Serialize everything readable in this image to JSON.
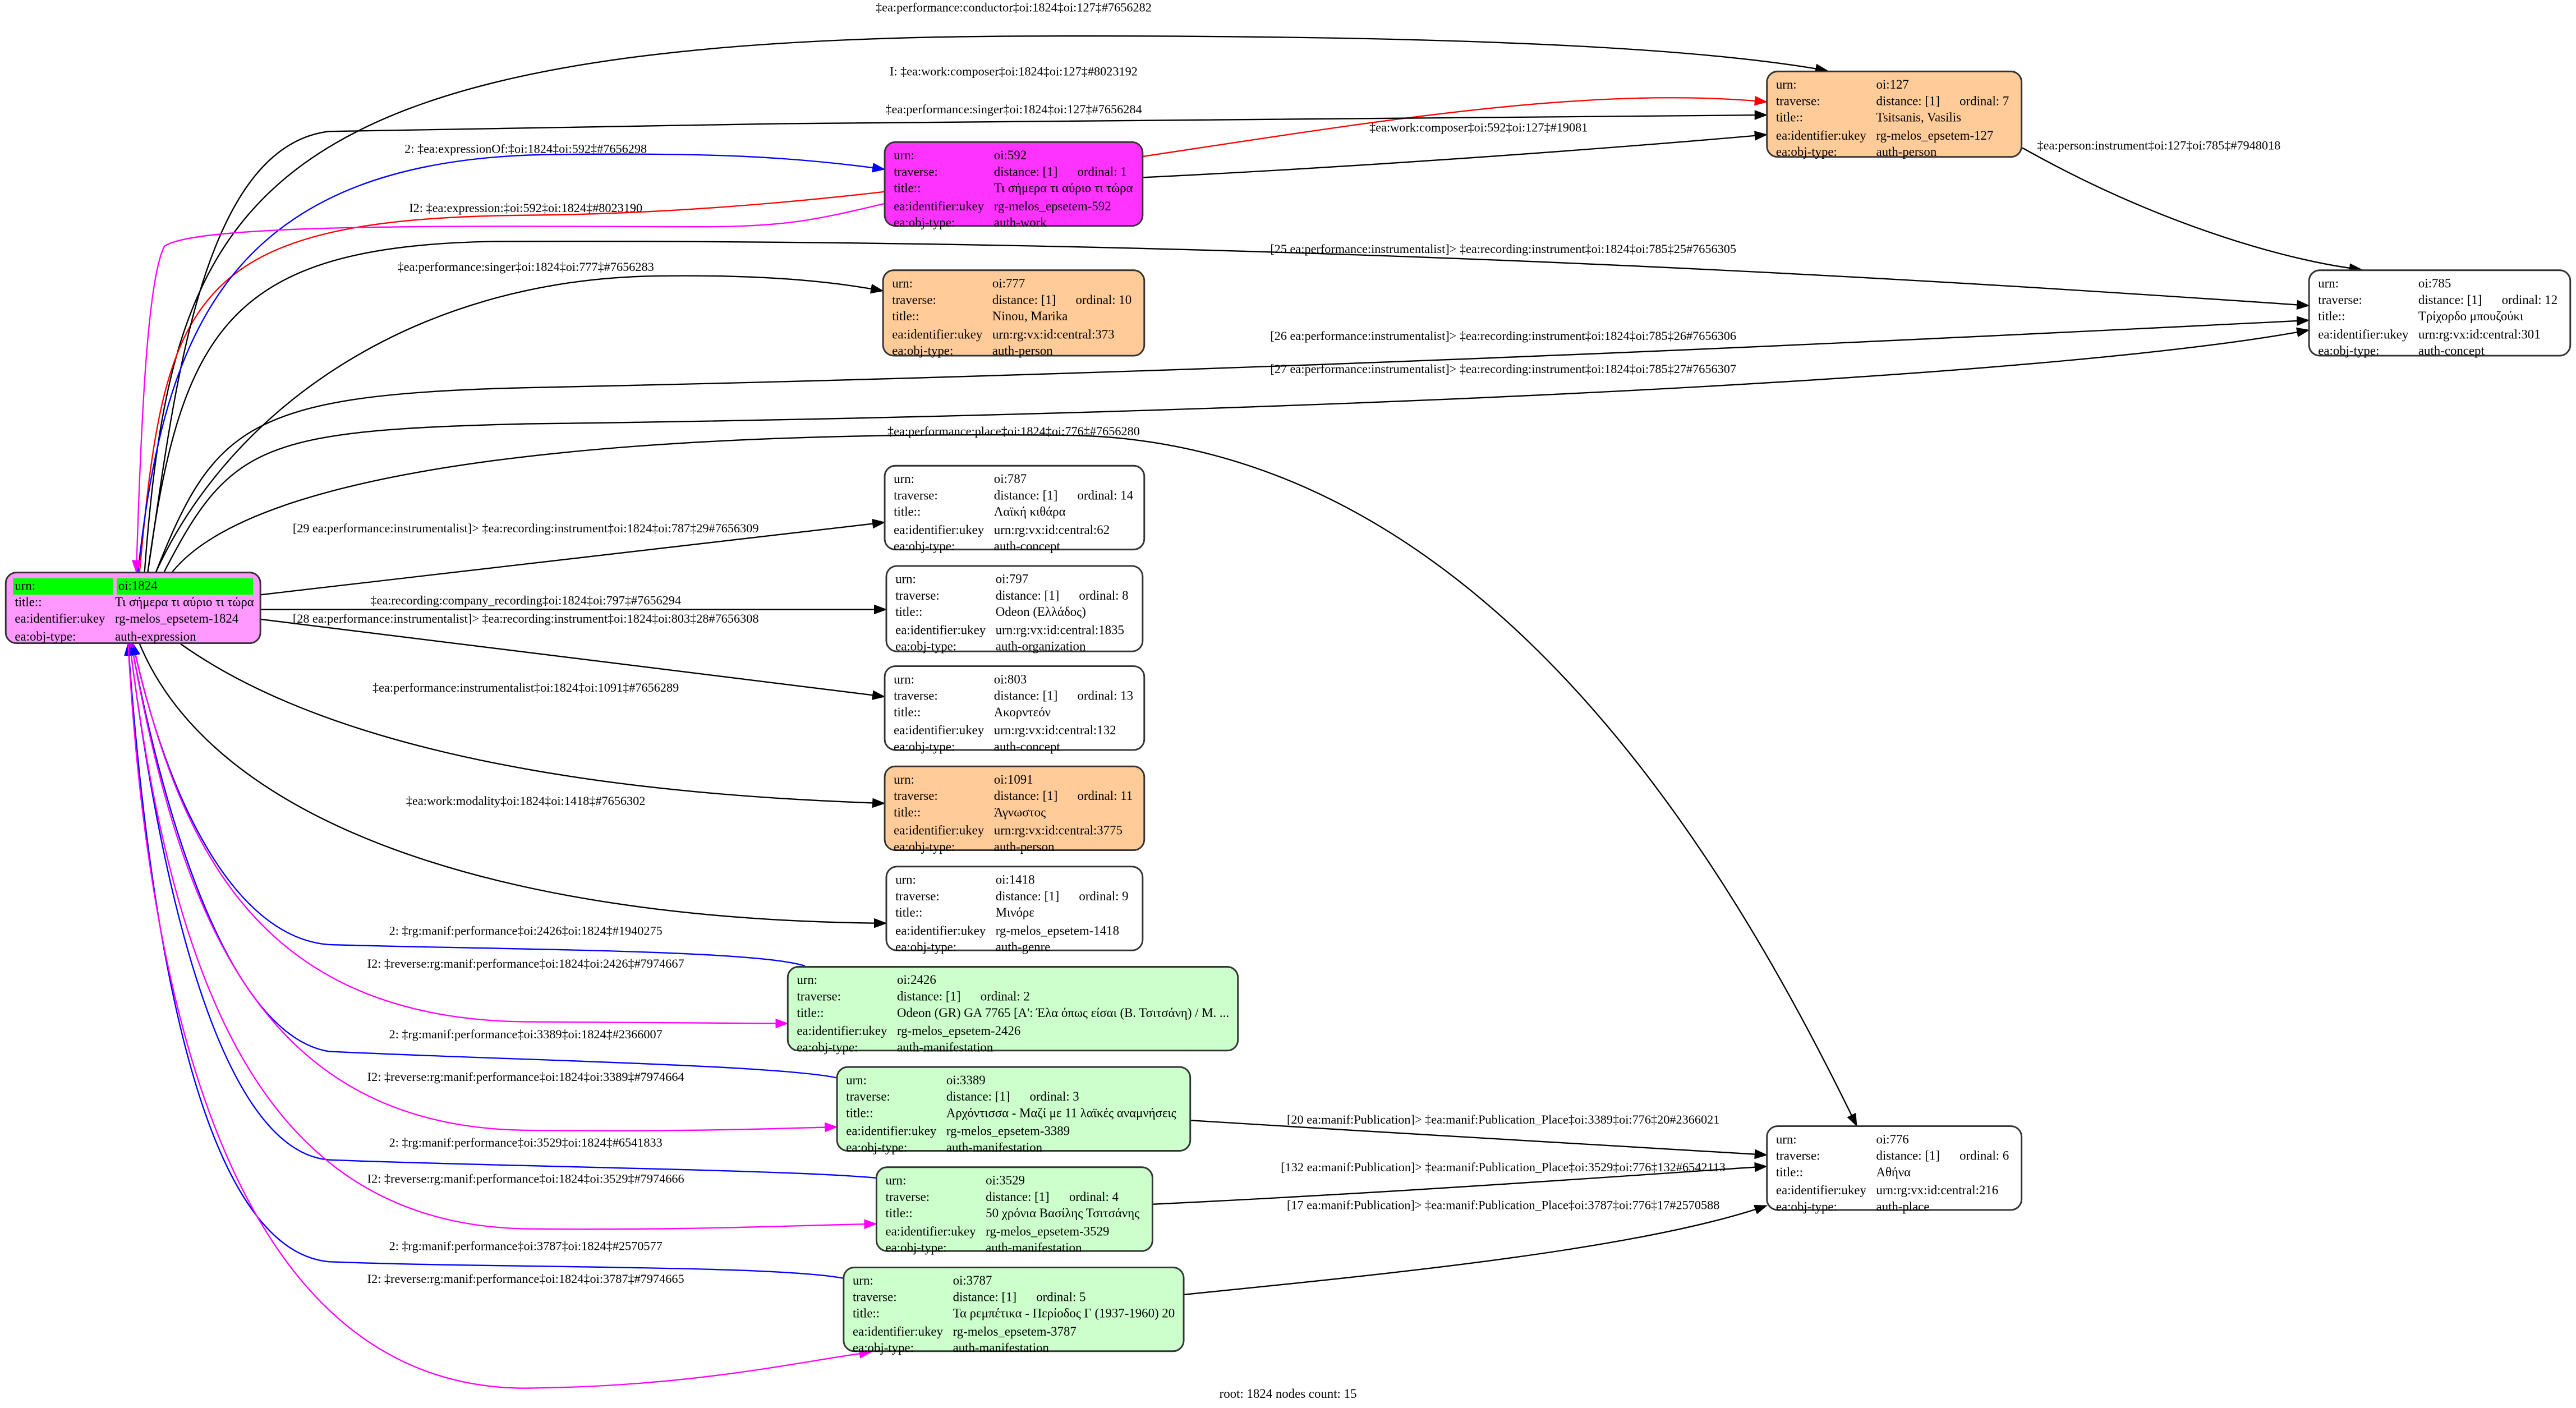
{
  "colors": {
    "root": "#ff99ff",
    "work": "#ff33ff",
    "person": "#ffcc99",
    "manifestation": "#ccffcc",
    "default": "#ffffff",
    "highlight": "#00ff00",
    "edge_default": "#000000",
    "edge_composer": "#ff0000",
    "edge_forward": "#0000ff",
    "edge_reverse": "#ff00ff"
  },
  "labels": {
    "urn": "urn:",
    "traverse": "traverse:",
    "title": "title::",
    "ukey": "ea:identifier:ukey",
    "objtype": "ea:obj-type:"
  },
  "nodes": [
    {
      "id": "n1824",
      "kind": "root",
      "urn": "oi:1824",
      "title": "Τι σήμερα τι αύριο τι τώρα",
      "ukey": "rg-melos_epsetem-1824",
      "objtype": "auth-expression"
    },
    {
      "id": "n592",
      "kind": "work",
      "urn": "oi:592",
      "distance": "distance: [1]",
      "ordinal": "ordinal: 1",
      "title": "Τι σήμερα τι αύριο τι τώρα",
      "ukey": "rg-melos_epsetem-592",
      "objtype": "auth-work"
    },
    {
      "id": "n777",
      "kind": "person",
      "urn": "oi:777",
      "distance": "distance: [1]",
      "ordinal": "ordinal: 10",
      "title": "Ninou, Marika",
      "ukey": "urn:rg:vx:id:central:373",
      "objtype": "auth-person"
    },
    {
      "id": "n127",
      "kind": "person",
      "urn": "oi:127",
      "distance": "distance: [1]",
      "ordinal": "ordinal: 7",
      "title": "Tsitsanis, Vasilis",
      "ukey": "rg-melos_epsetem-127",
      "objtype": "auth-person"
    },
    {
      "id": "n785",
      "kind": "default",
      "urn": "oi:785",
      "distance": "distance: [1]",
      "ordinal": "ordinal: 12",
      "title": "Τρίχορδο μπουζούκι",
      "ukey": "urn:rg:vx:id:central:301",
      "objtype": "auth-concept"
    },
    {
      "id": "n787",
      "kind": "default",
      "urn": "oi:787",
      "distance": "distance: [1]",
      "ordinal": "ordinal: 14",
      "title": "Λαϊκή κιθάρα",
      "ukey": "urn:rg:vx:id:central:62",
      "objtype": "auth-concept"
    },
    {
      "id": "n797",
      "kind": "default",
      "urn": "oi:797",
      "distance": "distance: [1]",
      "ordinal": "ordinal: 8",
      "title": "Odeon (Ελλάδος)",
      "ukey": "urn:rg:vx:id:central:1835",
      "objtype": "auth-organization"
    },
    {
      "id": "n803",
      "kind": "default",
      "urn": "oi:803",
      "distance": "distance: [1]",
      "ordinal": "ordinal: 13",
      "title": "Ακορντεόν",
      "ukey": "urn:rg:vx:id:central:132",
      "objtype": "auth-concept"
    },
    {
      "id": "n1091",
      "kind": "person",
      "urn": "oi:1091",
      "distance": "distance: [1]",
      "ordinal": "ordinal: 11",
      "title": "Άγνωστος",
      "ukey": "urn:rg:vx:id:central:3775",
      "objtype": "auth-person"
    },
    {
      "id": "n1418",
      "kind": "default",
      "urn": "oi:1418",
      "distance": "distance: [1]",
      "ordinal": "ordinal: 9",
      "title": "Μινόρε",
      "ukey": "rg-melos_epsetem-1418",
      "objtype": "auth-genre"
    },
    {
      "id": "n2426",
      "kind": "manifestation",
      "urn": "oi:2426",
      "distance": "distance: [1]",
      "ordinal": "ordinal: 2",
      "title": "Odeon (GR) GA 7765 [A': Έλα όπως είσαι (Β. Τσιτσάνη) / Μ. ...",
      "ukey": "rg-melos_epsetem-2426",
      "objtype": "auth-manifestation"
    },
    {
      "id": "n3389",
      "kind": "manifestation",
      "urn": "oi:3389",
      "distance": "distance: [1]",
      "ordinal": "ordinal: 3",
      "title": "Αρχόντισσα - Μαζί με 11 λαϊκές αναμνήσεις",
      "ukey": "rg-melos_epsetem-3389",
      "objtype": "auth-manifestation"
    },
    {
      "id": "n3529",
      "kind": "manifestation",
      "urn": "oi:3529",
      "distance": "distance: [1]",
      "ordinal": "ordinal: 4",
      "title": "50 χρόνια Βασίλης Τσιτσάνης",
      "ukey": "rg-melos_epsetem-3529",
      "objtype": "auth-manifestation"
    },
    {
      "id": "n3787",
      "kind": "manifestation",
      "urn": "oi:3787",
      "distance": "distance: [1]",
      "ordinal": "ordinal: 5",
      "title": "Τα ρεμπέτικα - Περίοδος Γ (1937-1960) 20",
      "ukey": "rg-melos_epsetem-3787",
      "objtype": "auth-manifestation"
    },
    {
      "id": "n776",
      "kind": "default",
      "urn": "oi:776",
      "distance": "distance: [1]",
      "ordinal": "ordinal: 6",
      "title": "Αθήνα",
      "ukey": "urn:rg:vx:id:central:216",
      "objtype": "auth-place"
    }
  ],
  "edges": [
    {
      "label": "‡ea:performance:conductor‡oi:1824‡oi:127‡#7656282",
      "color": "edge_default"
    },
    {
      "label": "I: ‡ea:work:composer‡oi:1824‡oi:127‡#8023192",
      "color": "edge_composer"
    },
    {
      "label": "‡ea:performance:singer‡oi:1824‡oi:127‡#7656284",
      "color": "edge_default"
    },
    {
      "label": "2: ‡ea:expressionOf:‡oi:1824‡oi:592‡#7656298",
      "color": "edge_forward"
    },
    {
      "label": "I2: ‡ea:expression:‡oi:592‡oi:1824‡#8023190",
      "color": "edge_reverse"
    },
    {
      "label": "‡ea:work:composer‡oi:592‡oi:127‡#19081",
      "color": "edge_default"
    },
    {
      "label": "‡ea:person:instrument‡oi:127‡oi:785‡#7948018",
      "color": "edge_default"
    },
    {
      "label": "[25 ea:performance:instrumentalist]> ‡ea:recording:instrument‡oi:1824‡oi:785‡25#7656305",
      "color": "edge_default"
    },
    {
      "label": "‡ea:performance:singer‡oi:1824‡oi:777‡#7656283",
      "color": "edge_default"
    },
    {
      "label": "[26 ea:performance:instrumentalist]> ‡ea:recording:instrument‡oi:1824‡oi:785‡26#7656306",
      "color": "edge_default"
    },
    {
      "label": "[27 ea:performance:instrumentalist]> ‡ea:recording:instrument‡oi:1824‡oi:785‡27#7656307",
      "color": "edge_default"
    },
    {
      "label": "‡ea:performance:place‡oi:1824‡oi:776‡#7656280",
      "color": "edge_default"
    },
    {
      "label": "[29 ea:performance:instrumentalist]> ‡ea:recording:instrument‡oi:1824‡oi:787‡29#7656309",
      "color": "edge_default"
    },
    {
      "label": "‡ea:recording:company_recording‡oi:1824‡oi:797‡#7656294",
      "color": "edge_default"
    },
    {
      "label": "[28 ea:performance:instrumentalist]> ‡ea:recording:instrument‡oi:1824‡oi:803‡28#7656308",
      "color": "edge_default"
    },
    {
      "label": "‡ea:performance:instrumentalist‡oi:1824‡oi:1091‡#7656289",
      "color": "edge_default"
    },
    {
      "label": "‡ea:work:modality‡oi:1824‡oi:1418‡#7656302",
      "color": "edge_default"
    },
    {
      "label": "2: ‡rg:manif:performance‡oi:2426‡oi:1824‡#1940275",
      "color": "edge_forward"
    },
    {
      "label": "I2: ‡reverse:rg:manif:performance‡oi:1824‡oi:2426‡#7974667",
      "color": "edge_reverse"
    },
    {
      "label": "2: ‡rg:manif:performance‡oi:3389‡oi:1824‡#2366007",
      "color": "edge_forward"
    },
    {
      "label": "I2: ‡reverse:rg:manif:performance‡oi:1824‡oi:3389‡#7974664",
      "color": "edge_reverse"
    },
    {
      "label": "2: ‡rg:manif:performance‡oi:3529‡oi:1824‡#6541833",
      "color": "edge_forward"
    },
    {
      "label": "I2: ‡reverse:rg:manif:performance‡oi:1824‡oi:3529‡#7974666",
      "color": "edge_reverse"
    },
    {
      "label": "2: ‡rg:manif:performance‡oi:3787‡oi:1824‡#2570577",
      "color": "edge_forward"
    },
    {
      "label": "I2: ‡reverse:rg:manif:performance‡oi:1824‡oi:3787‡#7974665",
      "color": "edge_reverse"
    },
    {
      "label": "[20 ea:manif:Publication]> ‡ea:manif:Publication_Place‡oi:3389‡oi:776‡20#2366021",
      "color": "edge_default"
    },
    {
      "label": "[132 ea:manif:Publication]> ‡ea:manif:Publication_Place‡oi:3529‡oi:776‡132#6542113",
      "color": "edge_default"
    },
    {
      "label": "[17 ea:manif:Publication]> ‡ea:manif:Publication_Place‡oi:3787‡oi:776‡17#2570588",
      "color": "edge_default"
    }
  ],
  "footer": "root: 1824 nodes count: 15"
}
